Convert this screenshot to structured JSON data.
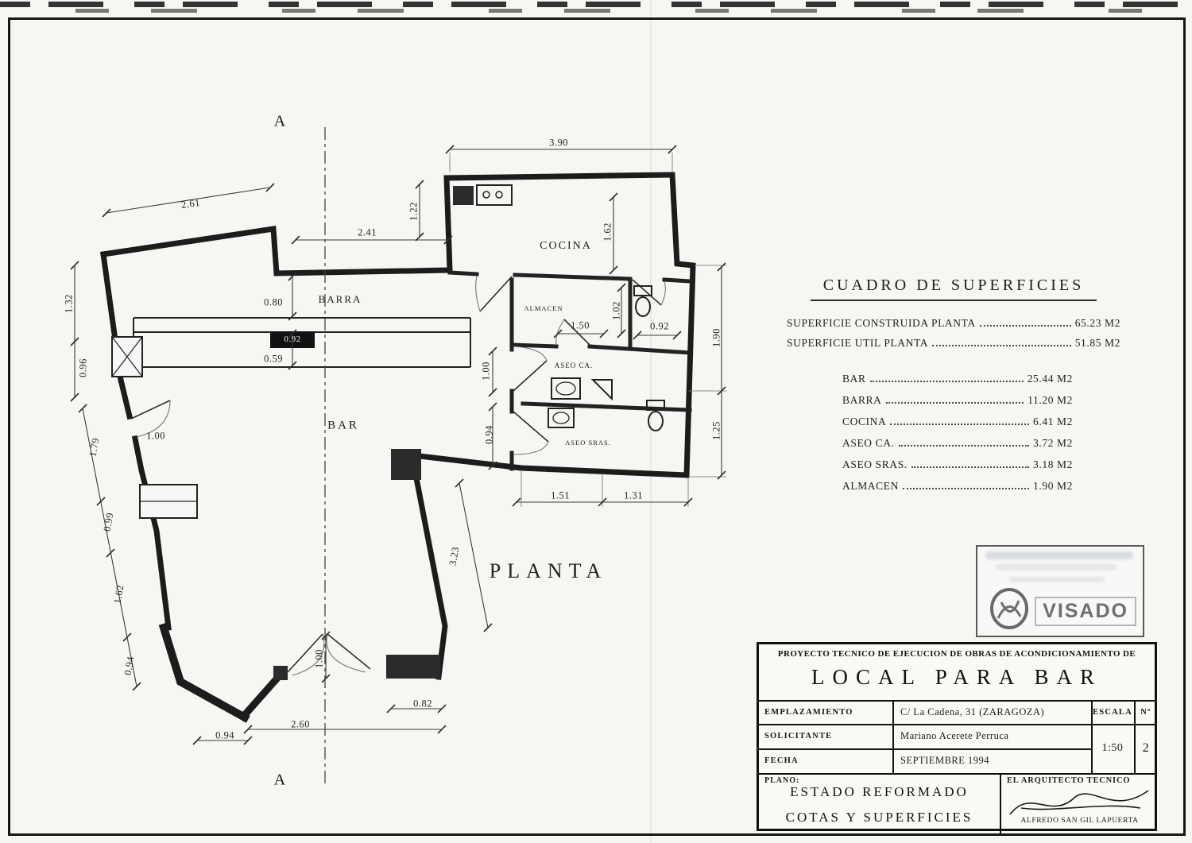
{
  "plan": {
    "title": "PLANTA",
    "section_marker": "A",
    "rooms": {
      "cocina": "COCINA",
      "barra": "BARRA",
      "almacen": "ALMACEN",
      "aseo_ca": "ASEO CA.",
      "bar": "BAR",
      "aseo_sras": "ASEO SRAS."
    },
    "dims": {
      "d261": "2.61",
      "d241": "2.41",
      "d122": "1.22",
      "d390": "3.90",
      "d162a": "1.62",
      "d132": "1.32",
      "d096": "0.96",
      "d080": "0.80",
      "d092a": "0.92",
      "d059": "0.59",
      "d100a": "1.00",
      "d150": "1.50",
      "d102": "1.02",
      "d092b": "0.92",
      "d190": "1.90",
      "d125": "1.25",
      "d179": "1.79",
      "d100b": "1.00",
      "d099": "0.99",
      "d094a": "0.94",
      "d151": "1.51",
      "d131": "1.31",
      "d162c": "1.62",
      "d323": "3.23",
      "d094b": "0.94",
      "d100c": "1.00",
      "d082": "0.82",
      "d260": "2.60",
      "d094c": "0.94"
    }
  },
  "surfaces": {
    "title": "CUADRO DE SUPERFICIES",
    "totals": [
      {
        "label": "SUPERFICIE CONSTRUIDA PLANTA",
        "value": "65.23 M2"
      },
      {
        "label": "SUPERFICIE UTIL PLANTA",
        "value": "51.85 M2"
      }
    ],
    "rows": [
      {
        "label": "BAR",
        "value": "25.44 M2"
      },
      {
        "label": "BARRA",
        "value": "11.20 M2"
      },
      {
        "label": "COCINA",
        "value": "6.41 M2"
      },
      {
        "label": "ASEO CA.",
        "value": "3.72 M2"
      },
      {
        "label": "ASEO SRAS.",
        "value": "3.18 M2"
      },
      {
        "label": "ALMACEN",
        "value": "1.90 M2"
      }
    ]
  },
  "stamp": {
    "visado": "VISADO"
  },
  "titleblock": {
    "project": "PROYECTO TECNICO DE EJECUCION DE OBRAS DE ACONDICIONAMIENTO DE",
    "title": "LOCAL PARA BAR",
    "emplazamiento_label": "EMPLAZAMIENTO",
    "emplazamiento": "C/ La Cadena, 31 (ZARAGOZA)",
    "escala_label": "ESCALA",
    "num_label": "Nº",
    "solicitante_label": "SOLICITANTE",
    "solicitante": "Mariano Acerete Perruca",
    "escala": "1:50",
    "num": "2",
    "fecha_label": "FECHA",
    "fecha": "SEPTIEMBRE 1994",
    "plano_label": "PLANO:",
    "plano_line1": "ESTADO REFORMADO",
    "plano_line2": "COTAS Y SUPERFICIES",
    "arquitecto_label": "EL ARQUITECTO TECNICO",
    "arquitecto": "ALFREDO SAN GIL LAPUERTA"
  }
}
